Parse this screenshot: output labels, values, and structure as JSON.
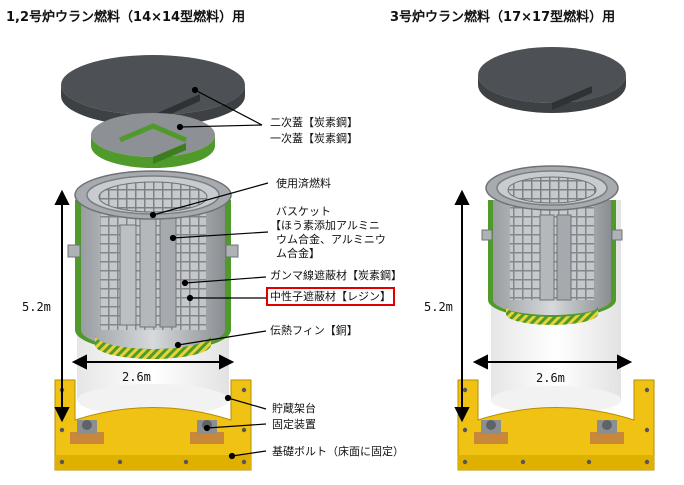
{
  "titles": {
    "left": "1,2号炉ウラン燃料（14×14型燃料）用",
    "right": "3号炉ウラン燃料（17×17型燃料）用"
  },
  "labels": {
    "lid2": "二次蓋【炭素鋼】",
    "lid1": "一次蓋【炭素鋼】",
    "spent_fuel": "使用済燃料",
    "basket": [
      "バスケット",
      "【ほう素添加アルミニ",
      "ウム合金、アルミニウ",
      "ム合金】"
    ],
    "gamma": "ガンマ線遮蔽材【炭素鋼】",
    "neutron": "中性子遮蔽材【レジン】",
    "fin": "伝熱フィン【銅】",
    "rack": "貯蔵架台",
    "fixing": "固定装置",
    "bolt": "基礎ボルト（床面に固定）"
  },
  "dimensions": {
    "left_height": "5.2m",
    "left_width": "2.6m",
    "right_height": "5.2m",
    "right_width": "2.6m"
  },
  "colors": {
    "cask_grey": "#8e9296",
    "lid_dark": "#5f6266",
    "neutron_green": "#4f9a2a",
    "rack_yellow": "#f0c214",
    "highlight_red": "#e00000",
    "fixing_orange": "#c9873a"
  }
}
